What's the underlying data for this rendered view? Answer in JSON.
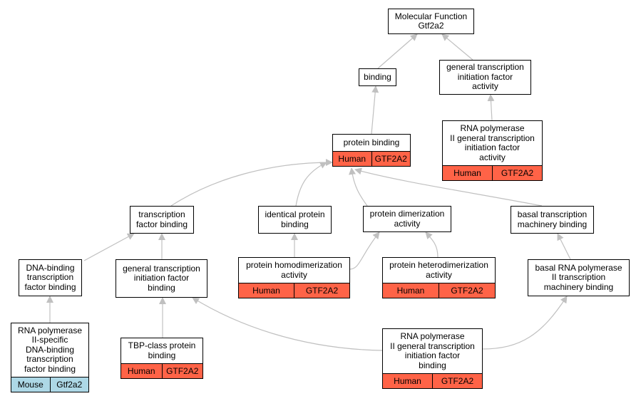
{
  "nodes": {
    "mf": {
      "label": "Molecular Function\nGtf2a2"
    },
    "binding": {
      "label": "binding"
    },
    "gtifa_top": {
      "label": "general transcription\ninitiation factor\nactivity"
    },
    "rnap_gtifa_top": {
      "label": "RNA polymerase\nII general transcription\ninitiation factor\nactivity",
      "species": "Human",
      "gene": "GTF2A2"
    },
    "protein_binding": {
      "label": "protein binding",
      "species": "Human",
      "gene": "GTF2A2"
    },
    "tf_binding": {
      "label": "transcription\nfactor binding"
    },
    "identical_pb": {
      "label": "identical protein\nbinding"
    },
    "prot_dimer": {
      "label": "protein dimerization\nactivity"
    },
    "basal_tm": {
      "label": "basal transcription\nmachinery binding"
    },
    "dna_btf": {
      "label": "DNA-binding\ntranscription\nfactor binding"
    },
    "gtif_binding": {
      "label": "general transcription\ninitiation factor\nbinding"
    },
    "homodimer": {
      "label": "protein homodimerization\nactivity",
      "species": "Human",
      "gene": "GTF2A2"
    },
    "heterodimer": {
      "label": "protein heterodimerization\nactivity",
      "species": "Human",
      "gene": "GTF2A2"
    },
    "basal_rnap": {
      "label": "basal RNA polymerase\nII transcription\nmachinery binding"
    },
    "rnap_specific": {
      "label": "RNA polymerase\nII-specific\nDNA-binding\ntranscription\nfactor binding",
      "species": "Mouse",
      "gene": "Gtf2a2"
    },
    "tbp": {
      "label": "TBP-class protein\nbinding",
      "species": "Human",
      "gene": "GTF2A2"
    },
    "rnap_gtif_binding": {
      "label": "RNA polymerase\nII general transcription\ninitiation factor\nbinding",
      "species": "Human",
      "gene": "GTF2A2"
    }
  },
  "colors": {
    "human": "#ff6347",
    "mouse": "#add8e6",
    "edge": "#c0c0c0"
  }
}
